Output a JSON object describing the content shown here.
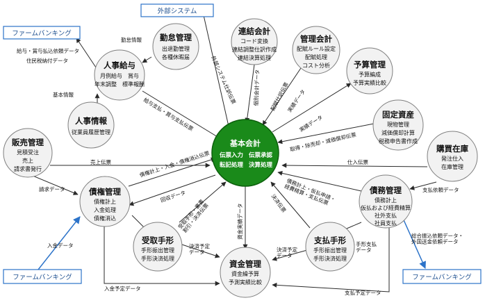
{
  "external": {
    "gaibu": "外部システム",
    "firm_tl": "ファームバンキング",
    "firm_bl": "ファームバンキング",
    "firm_br": "ファームバンキング"
  },
  "core": {
    "title": "基本会計",
    "l1a": "伝票入力",
    "l1b": "伝票承認",
    "l2a": "転記処理",
    "l2b": "決算処理"
  },
  "modules": {
    "kinmu": {
      "title": "勤怠管理",
      "sub": [
        "出退勤管理",
        "各種休暇届"
      ]
    },
    "jinji_kyuyo": {
      "title": "人事給与",
      "sub": [
        "月例給与　賞与",
        "年末調整　標準報酬"
      ]
    },
    "jinji_joho": {
      "title": "人事情報",
      "sub": [
        "従業員履歴管理"
      ]
    },
    "renketsu": {
      "title": "連結会計",
      "sub": [
        "コード変換",
        "連結調整仕訳作成",
        "連結決算処理"
      ]
    },
    "kanri": {
      "title": "管理会計",
      "sub": [
        "配賦ルール設定",
        "配賦処理",
        "コスト分析"
      ]
    },
    "yosan": {
      "title": "予算管理",
      "sub": [
        "予算編成",
        "予算実績比較"
      ]
    },
    "kotei": {
      "title": "固定資産",
      "sub": [
        "現物管理",
        "減価償却計算",
        "税務申告書作成"
      ]
    },
    "konyu": {
      "title": "購買在庫",
      "sub": [
        "発注仕入",
        "在庫管理"
      ]
    },
    "hanbai": {
      "title": "販売管理",
      "sub": [
        "見積受注",
        "売上",
        "請求書発行"
      ]
    },
    "saiken": {
      "title": "債権管理",
      "sub": [
        "債権計上",
        "入金処理",
        "債権消込"
      ]
    },
    "saimu": {
      "title": "債務管理",
      "sub": [
        "債務計上",
        "仮払および経費精算",
        "社外支払",
        "社員支払"
      ]
    },
    "uketori": {
      "title": "受取手形",
      "sub": [
        "手形振出管理",
        "手形決済処理"
      ]
    },
    "shiharai": {
      "title": "支払手形",
      "sub": [
        "手形振出管理",
        "手形決済処理"
      ]
    },
    "shikin": {
      "title": "資金管理",
      "sub": [
        "資金繰予算",
        "予測実績比較"
      ]
    }
  },
  "labels": {
    "kinmu_joho": "勤怠情報",
    "kyuyo_data": "給与・賞与払込依頼データ",
    "jumin_data": "住民税納付データ",
    "kihon_joho": "基本情報",
    "gaibu_denpyo": "外部システム仕訳伝票",
    "renketsu_data": "個別会計データ",
    "haifu_denpyo": "配賦仕訳伝票",
    "jisseki_data1": "実績データ",
    "jisseki_data2": "実績データ",
    "kyuyo_denpyo": "給与支払・賞与支払伝票",
    "shutoku_denpyo": "取得・除売却・減価償却伝票",
    "uriage_denpyo": "売上伝票",
    "shiire_denpyo": "仕入伝票",
    "saiken_denpyo": "債権計上・入金・債権消込伝票",
    "kaishu_data": "回収データ",
    "seikyu_data": "請求データ",
    "uketegata_denpyo": "受取手形・裏書\n割引・決済伝票",
    "shikin_jisseki": "資金実績データ",
    "kessai_denpyo": "決済伝票",
    "saimu_denpyo": "債務計上・仮払申請・\n経費精算・支払伝票",
    "shiharai_irai": "支払依頼データ",
    "nyukin_data": "入金データ",
    "kessai_yotei1": "決済予定\nデータ",
    "kessai_yotei2": "決済予定\nデータ",
    "tegata_shiharai": "手形支払\nデータ",
    "sogo_data": "総合振込依頼データ・\n外国送金依頼データ",
    "nyukin_yotei": "入金予定データ",
    "shiharai_yotei": "支払予定データ"
  }
}
